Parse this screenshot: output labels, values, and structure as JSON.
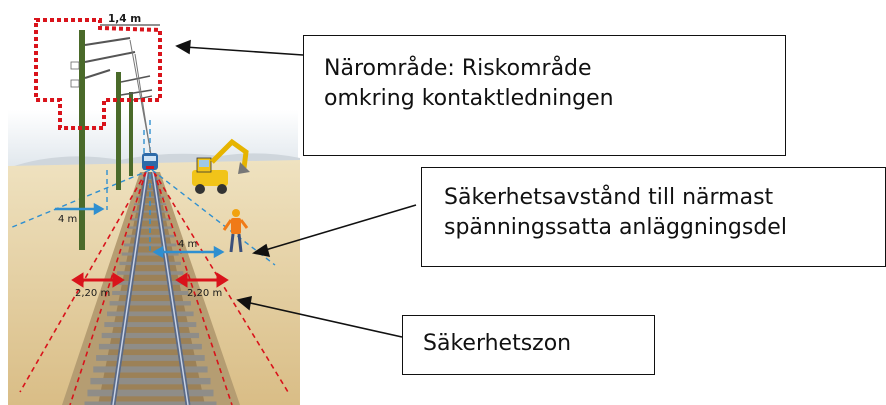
{
  "labels": {
    "width_top": "1,4 m",
    "dist_left": "4 m",
    "dist_right": "4 m",
    "zone_left": "2,20 m",
    "zone_right": "2,20 m"
  },
  "callouts": {
    "naromrade": {
      "line1": "Närområde: Riskområde",
      "line2": "omkring kontaktledningen"
    },
    "sakerhetsavstand": {
      "line1": "Säkerhetsavstånd till närmast",
      "line2": "spänningssatta anläggningsdel"
    },
    "sakerhetszon": {
      "line1": "Säkerhetszon"
    }
  },
  "colors": {
    "risk_zone": "#d9131b",
    "distance": "#2f8fd0",
    "ground": "#e8d4a8",
    "sky": "#e8eef3",
    "pole": "#4a6a2a"
  }
}
